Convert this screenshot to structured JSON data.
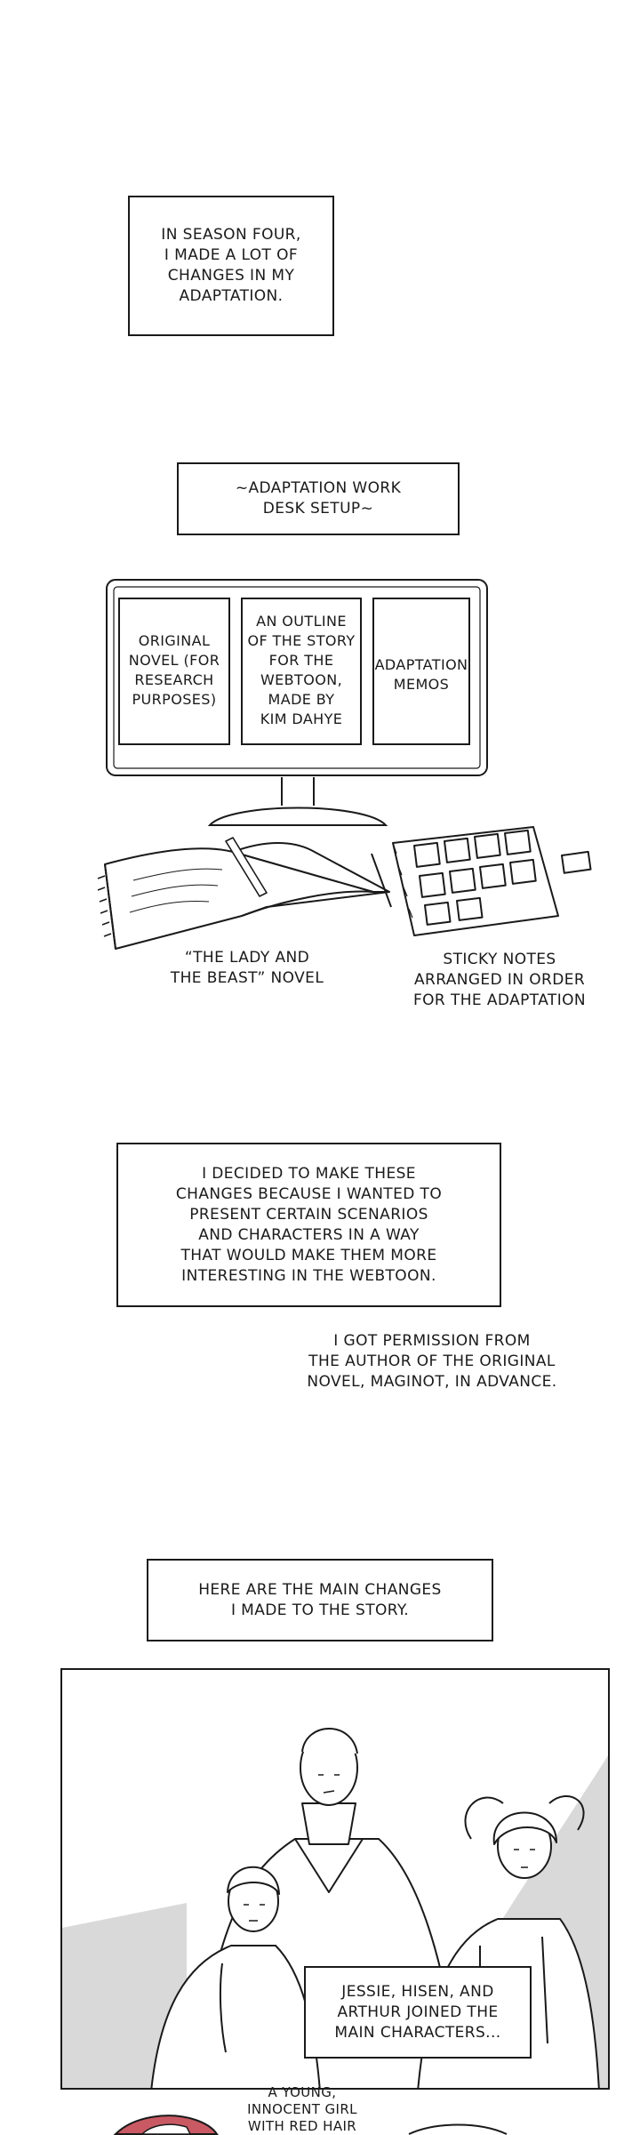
{
  "captions": {
    "season_four": "IN SEASON FOUR,\nI MADE A LOT OF\nCHANGES IN MY\nADAPTATION.",
    "desk_setup": "~ADAPTATION WORK\nDESK SETUP~",
    "screen_left": "ORIGINAL\nNOVEL (FOR\nRESEARCH\nPURPOSES)",
    "screen_middle": "AN OUTLINE\nOF THE STORY\nFOR THE\nWEBTOON,\nMADE BY\nKIM DAHYE",
    "screen_right": "ADAPTATION\nMEMOS",
    "novel_label": "“THE LADY AND\nTHE BEAST” NOVEL",
    "sticky_label": "STICKY NOTES\nARRANGED IN ORDER\nFOR THE ADAPTATION",
    "decided": "I DECIDED TO MAKE THESE\nCHANGES BECAUSE I WANTED TO\nPRESENT CERTAIN SCENARIOS\nAND CHARACTERS IN A WAY\nTHAT WOULD MAKE THEM MORE\nINTERESTING IN THE WEBTOON.",
    "permission": "I GOT PERMISSION FROM\nTHE AUTHOR OF THE ORIGINAL\nNOVEL, MAGINOT, IN ADVANCE.",
    "main_changes": "HERE ARE THE MAIN CHANGES\nI MADE TO THE STORY.",
    "joined": "JESSIE, HISEN, AND\nARTHUR JOINED THE\nMAIN CHARACTERS...",
    "young_girl": "A YOUNG,\nINNOCENT GIRL\nWITH RED HAIR"
  },
  "colors": {
    "ink": "#1a1a1a",
    "panel_shadow": "#d9d9d9",
    "hair_red": "#c95a64"
  }
}
